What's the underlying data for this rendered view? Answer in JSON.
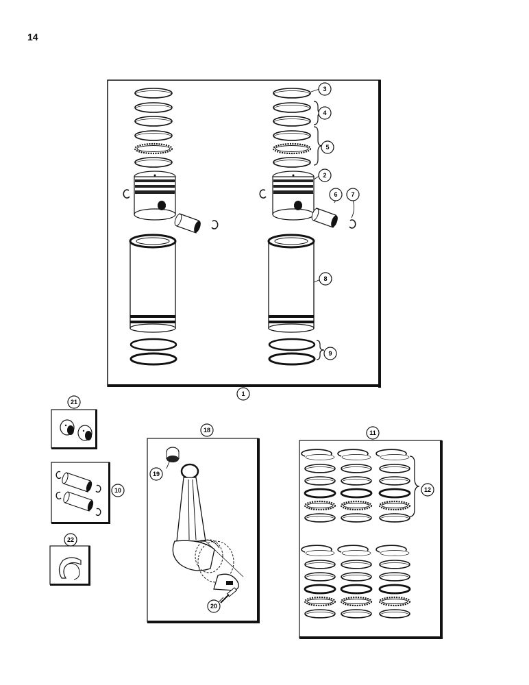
{
  "page": {
    "number": "14"
  },
  "callouts": [
    "1",
    "2",
    "3",
    "4",
    "5",
    "6",
    "7",
    "8",
    "9",
    "10",
    "11",
    "12",
    "18",
    "19",
    "20",
    "21",
    "22"
  ],
  "colors": {
    "ink": "#111111",
    "shade": "#555555",
    "paper": "#ffffff"
  }
}
